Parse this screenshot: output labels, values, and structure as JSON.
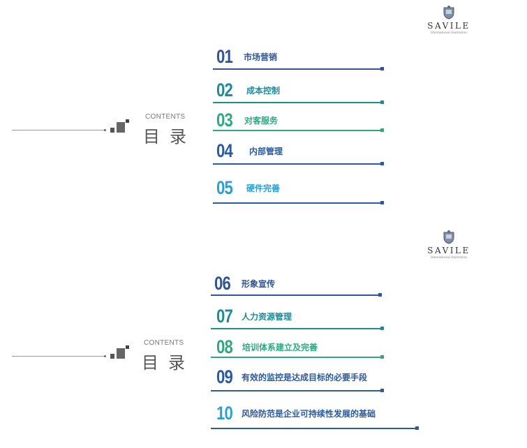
{
  "logo": {
    "brand": "SAVILE",
    "subtitle": "International Institution"
  },
  "colors": {
    "navy": "#2f5597",
    "teal": "#1e8a9a",
    "green": "#2fa882",
    "blue": "#2a5aa0",
    "sky": "#2aa0d8"
  },
  "slides": [
    {
      "contents_en": "CONTENTS",
      "contents_zh": "目录",
      "items": [
        {
          "num": "01",
          "label": "市场营销",
          "color": "navy"
        },
        {
          "num": "02",
          "label": "成本控制",
          "color": "teal"
        },
        {
          "num": "03",
          "label": "对客服务",
          "color": "green"
        },
        {
          "num": "04",
          "label": "内部管理",
          "color": "blue"
        },
        {
          "num": "05",
          "label": "硬件完善",
          "color": "sky"
        }
      ]
    },
    {
      "contents_en": "CONTENTS",
      "contents_zh": "目录",
      "items": [
        {
          "num": "06",
          "label": "形象宣传",
          "color": "navy"
        },
        {
          "num": "07",
          "label": "人力资源管理",
          "color": "teal"
        },
        {
          "num": "08",
          "label": "培训体系建立及完善",
          "color": "green"
        },
        {
          "num": "09",
          "label": "有效的监控是达成目标的必要手段",
          "color": "blue"
        },
        {
          "num": "10",
          "label": "风险防范是企业可持续性发展的基础",
          "color": "sky"
        }
      ]
    }
  ]
}
